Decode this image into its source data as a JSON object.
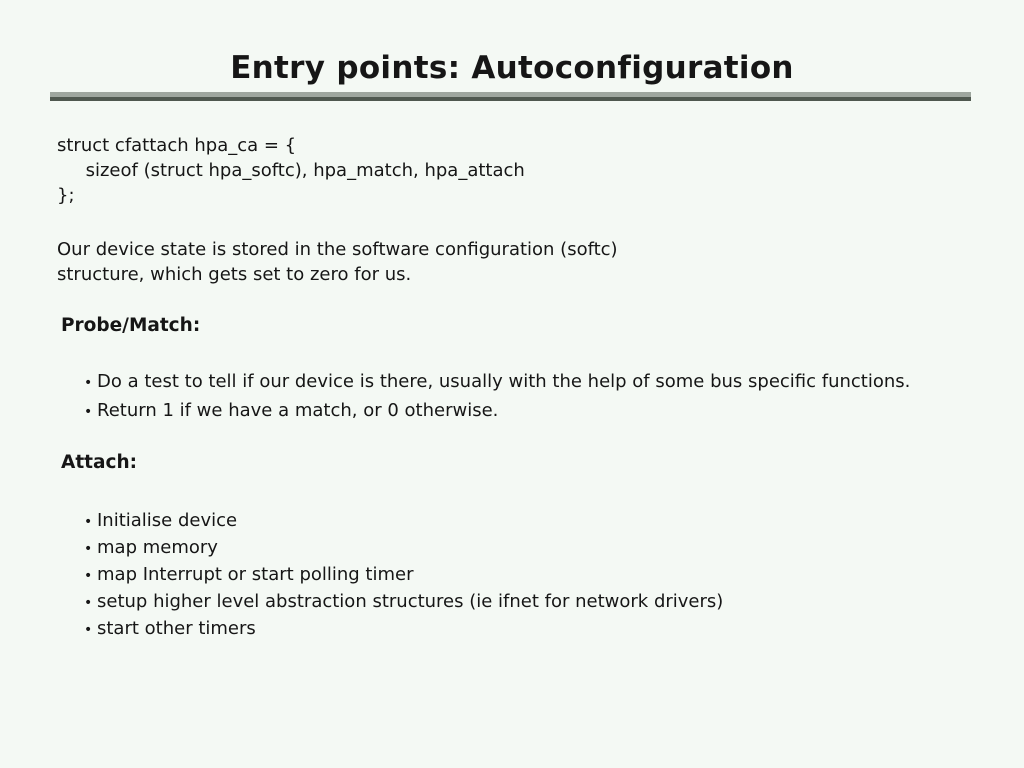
{
  "slide": {
    "title": "Entry points: Autoconfiguration",
    "bullet_char": "•",
    "code_block": "struct cfattach hpa_ca = {\n     sizeof (struct hpa_softc), hpa_match, hpa_attach\n};",
    "intro": "Our device state is stored in the software configuration (softc)\nstructure, which gets set to zero for us.",
    "sections": [
      {
        "heading": "Probe/Match:",
        "bullets": [
          "Do a test to tell if our device is there, usually with the help of some bus specific functions.",
          "Return 1 if we have a match, or 0 otherwise."
        ]
      },
      {
        "heading": "Attach:",
        "bullets": [
          "Initialise device",
          "map memory",
          "map Interrupt or start polling timer",
          "setup higher level abstraction structures (ie ifnet for network drivers)",
          "start other timers"
        ]
      }
    ],
    "colors": {
      "background": "#f4f9f4",
      "text": "#161616",
      "rule_light": "#9ea69e",
      "rule_dark": "#4f584f"
    }
  }
}
